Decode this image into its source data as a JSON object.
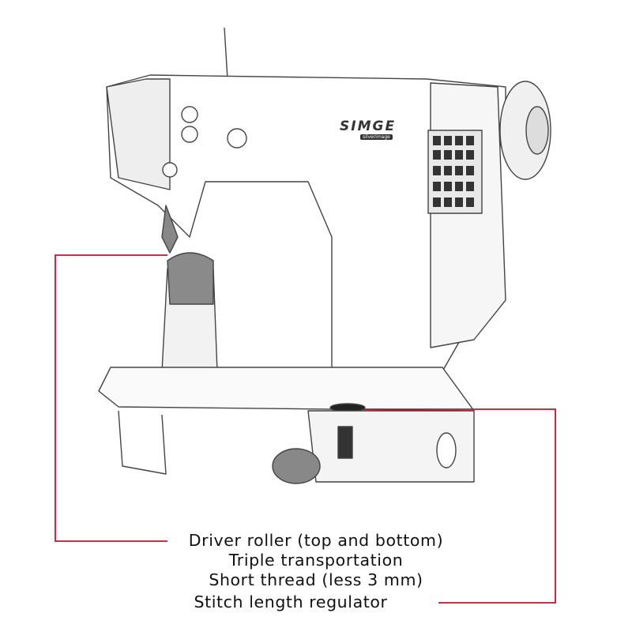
{
  "brand": {
    "logo": "SIMGE",
    "sub_logo": "silverimage"
  },
  "features": [
    "Driver roller (top and bottom)",
    "Triple transportation",
    "Short thread (less 3 mm)",
    "Stitch length regulator"
  ],
  "colors": {
    "callout_line": "#c8102e",
    "sketch": "#444444"
  }
}
